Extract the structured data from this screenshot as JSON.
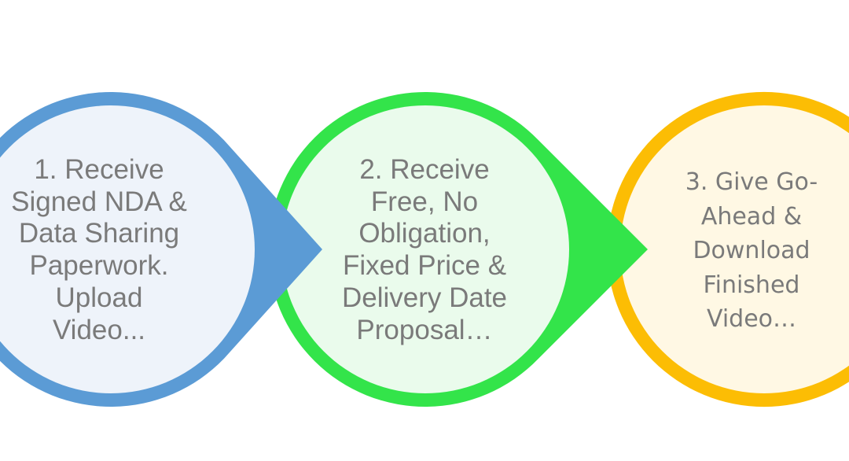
{
  "steps": [
    {
      "text": "1. Receive\nSigned NDA &\nData Sharing\nPaperwork.\nUpload\nVideo...",
      "stroke_color": "#5b9bd5",
      "fill_color": "#eef3fa"
    },
    {
      "text": "2. Receive\nFree, No\nObligation,\nFixed Price &\nDelivery Date\nProposal…",
      "stroke_color": "#33e44a",
      "fill_color": "#eafbec"
    },
    {
      "text": "3. Give Go-\nAhead &\nDownload\nFinished\nVideo…",
      "stroke_color": "#fcbd04",
      "fill_color": "#fff8e4"
    }
  ]
}
